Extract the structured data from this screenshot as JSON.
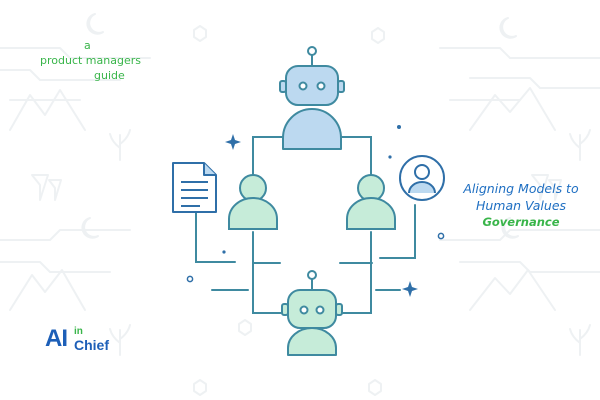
{
  "kicker": {
    "line1": "a",
    "line2": "product managers",
    "line3": "guide"
  },
  "headline": {
    "line1": "Aligning Models to",
    "line2": "Human Values",
    "subtitle": "Governance"
  },
  "logo": {
    "part1": "AI",
    "part2": "in",
    "part3": "Chief"
  },
  "colors": {
    "accent_green": "#39b54a",
    "brand_blue": "#1f6fc2",
    "line_teal": "#3f8aa0",
    "robot_blue_fill": "#bcd9f0",
    "person_green_fill": "#c6ecd9",
    "background_decor": "#eef2f4"
  },
  "icons": [
    "robot-icon",
    "person-icon",
    "document-icon",
    "user-circle-icon",
    "sparkle-icon",
    "moon-icon",
    "leaf-icon",
    "mountain-icon"
  ]
}
